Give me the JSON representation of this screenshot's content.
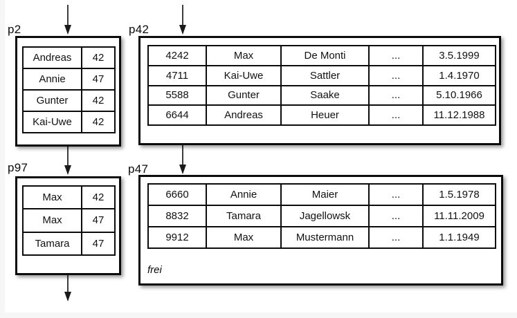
{
  "colors": {
    "border": "#0b0b0b",
    "text": "#111111",
    "page_background": "#ffffff",
    "margin_background": "#f6f6f6"
  },
  "pages": {
    "p2": {
      "label": "p2",
      "rows": [
        [
          "Andreas",
          "42"
        ],
        [
          "Annie",
          "47"
        ],
        [
          "Gunter",
          "42"
        ],
        [
          "Kai-Uwe",
          "42"
        ]
      ]
    },
    "p42": {
      "label": "p42",
      "rows": [
        [
          "4242",
          "Max",
          "De Monti",
          "...",
          "3.5.1999"
        ],
        [
          "4711",
          "Kai-Uwe",
          "Sattler",
          "...",
          "1.4.1970"
        ],
        [
          "5588",
          "Gunter",
          "Saake",
          "...",
          "5.10.1966"
        ],
        [
          "6644",
          "Andreas",
          "Heuer",
          "...",
          "11.12.1988"
        ]
      ]
    },
    "p97": {
      "label": "p97",
      "rows": [
        [
          "Max",
          "42"
        ],
        [
          "Max",
          "47"
        ],
        [
          "Tamara",
          "47"
        ]
      ]
    },
    "p47": {
      "label": "p47",
      "free_label": "frei",
      "rows": [
        [
          "6660",
          "Annie",
          "Maier",
          "...",
          "1.5.1978"
        ],
        [
          "8832",
          "Tamara",
          "Jagellowsk",
          "...",
          "11.11.2009"
        ],
        [
          "9912",
          "Max",
          "Mustermann",
          "...",
          "1.1.1949"
        ]
      ]
    }
  }
}
